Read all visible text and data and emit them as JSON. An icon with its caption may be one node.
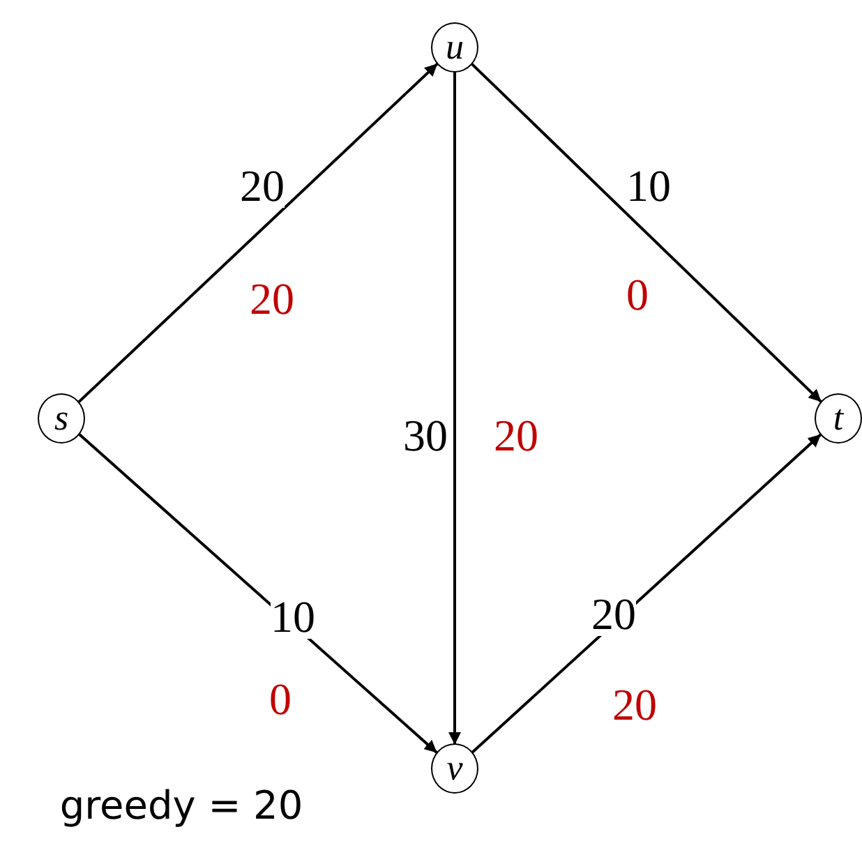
{
  "diagram": {
    "nodes": [
      {
        "text": [
          "s"
        ]
      },
      {
        "text": [
          "u"
        ]
      },
      {
        "text": [
          "t"
        ]
      },
      {
        "text": [
          "v"
        ]
      }
    ],
    "edges": [
      {
        "from": 0,
        "to": 1,
        "arrow": "to",
        "label": "20"
      },
      {
        "from": 1,
        "to": 2,
        "arrow": "to",
        "label": "10"
      },
      {
        "from": 1,
        "to": 3,
        "arrow": "to",
        "label": "30"
      },
      {
        "from": 0,
        "to": 3,
        "arrow": "to",
        "label": "10"
      },
      {
        "from": 3,
        "to": 2,
        "arrow": "to",
        "label": "20"
      }
    ],
    "labels": [
      "20",
      "0",
      "20",
      "0",
      "20",
      "greedy = 20"
    ]
  }
}
